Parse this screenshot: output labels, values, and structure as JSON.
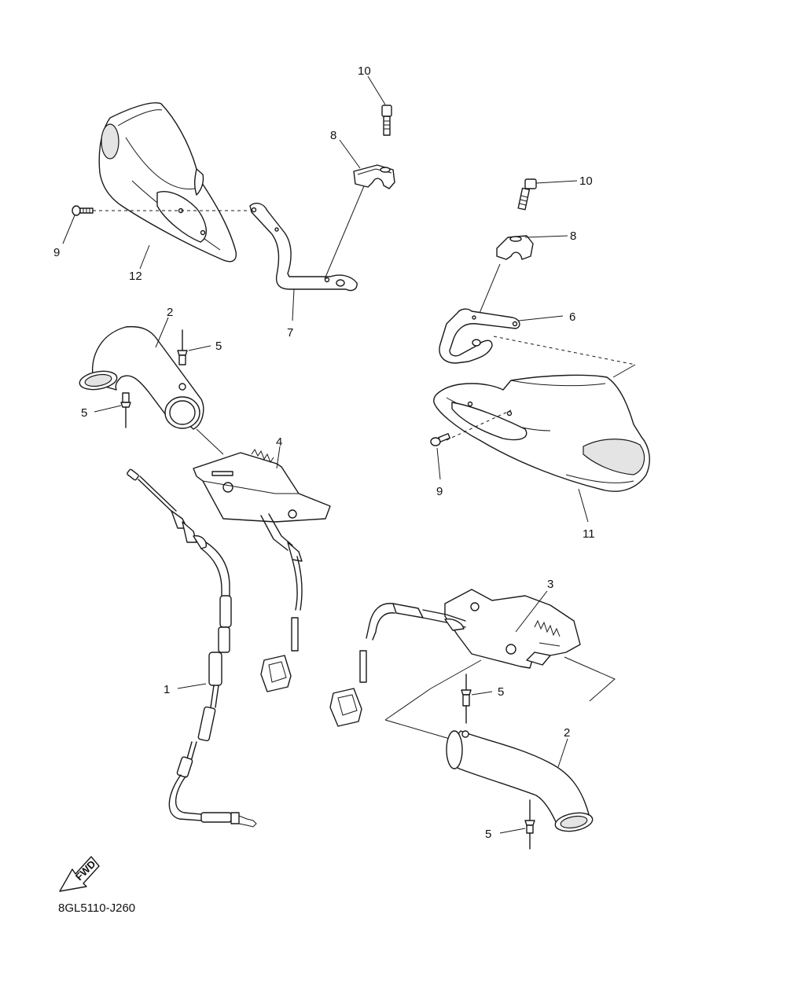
{
  "callouts": {
    "part_1": "1",
    "part_2_upper": "2",
    "part_2_lower": "2",
    "part_3": "3",
    "part_4": "4",
    "part_5_upper_right": "5",
    "part_5_upper_left": "5",
    "part_5_lower_top": "5",
    "part_5_lower_bottom": "5",
    "part_6": "6",
    "part_7": "7",
    "part_8_left": "8",
    "part_8_right": "8",
    "part_9_left": "9",
    "part_9_right": "9",
    "part_10_left": "10",
    "part_10_right": "10",
    "part_11": "11",
    "part_12": "12"
  },
  "fwd_badge": "FWD",
  "diagram_code": "8GL5110-J260"
}
